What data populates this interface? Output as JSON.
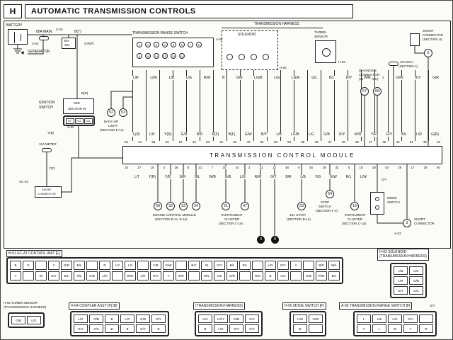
{
  "header": {
    "letter": "H",
    "title": "AUTOMATIC TRANSMISSION CONTROLS"
  },
  "icons": {
    "arrow_left": "◀"
  },
  "labels": {
    "battery": "BATTERY",
    "main_fuse": "80A MAIN",
    "generator": "GENERATOR",
    "fuse_30a": "30A",
    "fuse_101": "101",
    "x43": "X-43",
    "x63": "X-63",
    "x62": "X-62",
    "bt": "B(T)",
    "br": "B(R)",
    "grf": "G/R(F)",
    "yb": "Y(B)",
    "yf": "Y(F)",
    "gy": "G/Y",
    "ignition1": "IGNITION",
    "ignition2": "SWITCH",
    "see1": "SEE",
    "see2": "SECTION W",
    "trs": "TRANSMISSION RANGE SWITCH",
    "a03": "A-03",
    "harness": "TRANSMISSION HARNESS",
    "solenoid": "SOLENOID",
    "h02": "H-02",
    "turbine1": "TURBIN",
    "turbine2": "SENSOR",
    "h03": "H-03",
    "short1": "SHORT",
    "short2": "CONNECTOR",
    "section_u": "(SECTION U)",
    "ecu_fuse": "10A ECU",
    "section_a": "(SECTION A)",
    "diagnosis": "DIAGNOSIS",
    "backup1": "BACK-UP",
    "backup2": "LIGHT",
    "section_e1c": "(SECTION E-1c)",
    "tcm": "TRANSMISSION CONTROL MODULE",
    "meter_fuse": "10A METER",
    "sc93": "SC-93",
    "ecm1": "ENGINE CONTROL MODULE",
    "ecm2": "(SECTION B-1c, B-1e)",
    "cluster1": "INSTRUMENT",
    "cluster2": "CLUSTER",
    "section_c1e": "(SECTION C-1e)",
    "section_c1a": "(SECTION C-1a)",
    "start_fuse": "10A START",
    "section_b1e": "(SECTION B-1e)",
    "stop1": "STOP",
    "stop2": "SWITCH",
    "section_f2": "(SECTION F-2)",
    "mode1": "MODE",
    "mode2": "SWITCH"
  },
  "refs": {
    "n6": "6",
    "n67": "67",
    "n68": "68",
    "n52": "52",
    "n53": "53",
    "n69": "69",
    "n32": "32",
    "n33": "33",
    "n34": "34",
    "n21": "21",
    "n47": "47",
    "n23": "23",
    "n64": "64",
    "n16": "16",
    "n3": "3",
    "dot1": "3",
    "dot2": "9"
  },
  "ign_pins": [
    "ST",
    "IG2",
    "IG1"
  ],
  "trs_pins_row1": [
    "1",
    "2",
    "3",
    "4",
    "5",
    "6",
    "7",
    "8"
  ],
  "trs_pins_row2": [
    "9",
    "10",
    "11",
    "12",
    "13",
    "14"
  ],
  "wirecodes_mid": [
    "L/R",
    "L(R)",
    "L/B",
    "L/G",
    "R/W",
    "B",
    "G/B",
    "LG/B",
    "L/G",
    "LG/R",
    "G/L",
    "B/L",
    "R/Y",
    "W/R",
    "L",
    "G/W",
    "B/Y",
    "G/R"
  ],
  "wirecodes_top": [
    "L(R)",
    "L/R",
    "Y(R)",
    "G/R",
    "B/R",
    "R(F)",
    "B(F)",
    "G/W",
    "B/Y",
    "L/B",
    "LG/B",
    "L/G",
    "G/B",
    "R/Y",
    "W/R",
    "Y/R",
    "G/Y",
    "B/L",
    "L/R",
    "G(R)"
  ],
  "wirecodes_bottom": [
    "L/T",
    "Y(R)",
    "Y/B",
    "G/R",
    "B/L",
    "W/B",
    "G/B",
    "L/G",
    "R/W",
    "G/Y",
    "B/R",
    "L/B",
    "Y/G",
    "G/W",
    "R/L",
    "L/W"
  ],
  "tcm_pins_top": [
    "56",
    "44",
    "55",
    "43",
    "54",
    "42",
    "53",
    "41",
    "52",
    "40",
    "51",
    "39",
    "50",
    "38",
    "49",
    "37",
    "48",
    "36",
    "47",
    "35",
    "46",
    "34",
    "45",
    "33"
  ],
  "tcm_pins_bottom": [
    "16",
    "27",
    "15",
    "4",
    "26",
    "8",
    "31",
    "7",
    "20",
    "34",
    "2",
    "33",
    "13",
    "46",
    "6",
    "45",
    "19",
    "32",
    "5",
    "18",
    "30",
    "43",
    "29",
    "17",
    "28",
    "40"
  ],
  "connectors": {
    "h51": {
      "label": "H-51 EC-AT CONTROL UNIT [F]",
      "rows": [
        [
          "B",
          "G",
          "",
          "Y",
          "G/R",
          "B/L",
          "",
          "R",
          "L/Y",
          "LG",
          "",
          "Y/B",
          "G/W",
          "",
          "B/Y",
          "W",
          "G/Y",
          "B/L",
          "R/L",
          "",
          "L/R",
          "R/Y",
          "Y",
          "",
          "B/R",
          "W/L"
        ],
        [
          "Y",
          "",
          "W",
          "G/Y",
          "B/L",
          "R/L",
          "G/B",
          "L/G",
          "",
          "B/W",
          "L/R",
          "R/Y",
          "Y",
          "B/R",
          "",
          "W/L",
          "L/B",
          "G/R",
          "",
          "R/G",
          "B",
          "L/G",
          "",
          "G/B",
          "R/W",
          "B/L"
        ]
      ]
    },
    "h02": {
      "l1": "H-02 SOLENOID",
      "l2": "(TRANSMISSION HARNESS)",
      "rows": [
        [
          "L/B",
          "L/G"
        ],
        [
          "L/R",
          "G/B"
        ],
        [
          "G/Y",
          "L/G"
        ]
      ]
    },
    "h03": {
      "l1": "H-03 TURBIN SENSOR",
      "l2": "(TRANSMISSION HARNESS)",
      "rows": [
        [
          "G/B",
          "L/G"
        ]
      ]
    },
    "h04": {
      "label": "H-04 COUPLER ASSY [F] [B]",
      "rows": [
        [
          "L/G",
          "G/B",
          "B",
          "L/G",
          "G/B",
          "G/Y"
        ],
        [
          "G/Y",
          "Y/G",
          "B",
          "B",
          "G/Y",
          "B"
        ]
      ]
    },
    "th": {
      "label": "(TRANSMISSION HARNESS)",
      "rows": [
        [
          "L/G",
          "LG/Y",
          "G/B",
          "G/Y"
        ],
        [
          "B",
          "L/G",
          "G/Y",
          "G/Y"
        ]
      ]
    },
    "h05": {
      "label": "H-05 MODE SWITCH [F]",
      "rows": [
        [
          "L/W",
          "G/W"
        ],
        [
          "B",
          ""
        ]
      ]
    },
    "a03": {
      "label": "A-03 TRANSMISSION RANGE SWITCH [F]",
      "extra": "G/Y",
      "rows": [
        [
          "L",
          "L/B",
          "L/G",
          "G/Y",
          ""
        ],
        [
          "Y",
          "L",
          "W",
          "Y",
          "R"
        ]
      ]
    }
  }
}
